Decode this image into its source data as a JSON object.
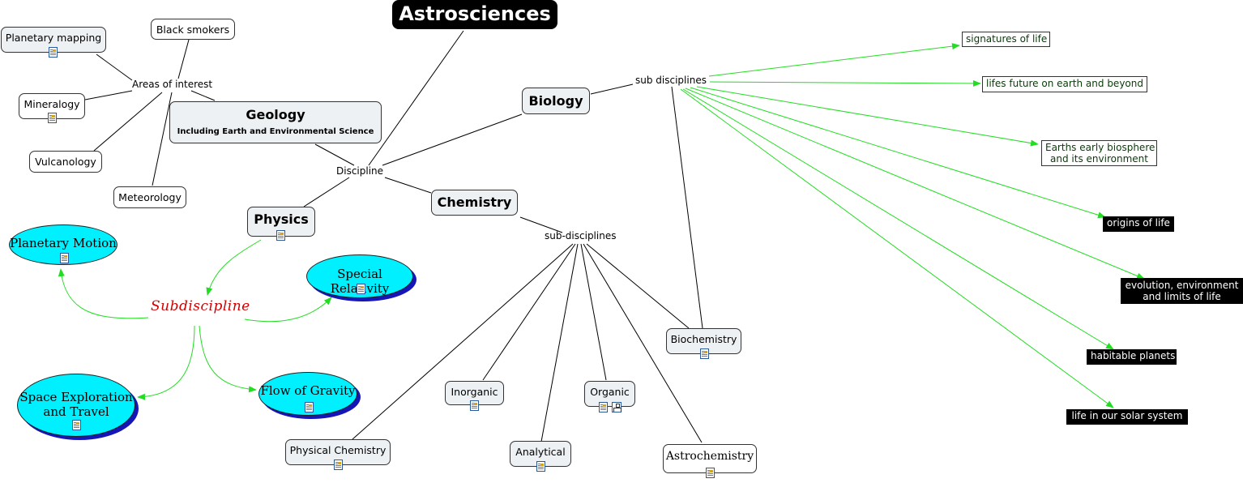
{
  "title": "Astrosciences",
  "discipline_label": "Discipline",
  "geology": {
    "title": "Geology",
    "subtitle": "Including  Earth and Environmental Science"
  },
  "areas_label": "Areas of interest",
  "areas": {
    "planetary_mapping": "Planetary mapping",
    "black_smokers": "Black smokers",
    "mineralogy": "Mineralogy",
    "vulcanology": "Vulcanology",
    "meteorology": "Meteorology"
  },
  "physics": "Physics",
  "subdiscipline_label": "Subdiscipline",
  "physics_subs": {
    "planetary_motion": "Planetary Motion",
    "special_relativity": "Special Relativity",
    "space_exploration_line1": "Space Exploration",
    "space_exploration_line2": "and Travel",
    "flow_of_gravity": "Flow of Gravity"
  },
  "biology": "Biology",
  "biology_sub_label": "sub disciplines",
  "biology_subs": {
    "signatures": "signatures of life",
    "future": "lifes future on earth and beyond",
    "early_line1": "Earths early biosphere",
    "early_line2": "and its environment",
    "origins": "origins of life",
    "evolution_line1": "evolution, environment",
    "evolution_line2": "and limits of life",
    "habitable": "habitable planets",
    "solar": "life in our solar system"
  },
  "chemistry": "Chemistry",
  "chemistry_sub_label": "sub-disciplines",
  "chemistry_subs": {
    "biochemistry": "Biochemistry",
    "inorganic": "Inorganic",
    "organic": "Organic",
    "analytical": "Analytical",
    "physical": "Physical Chemistry",
    "astrochemistry": "Astrochemistry"
  },
  "icons": {
    "resource": "document-icon",
    "concept_map": "concept-map-icon"
  },
  "colors": {
    "green_link": "#22dd22",
    "cyan": "#00f0ff",
    "shadow_blue": "#1515b8",
    "subdiscipline_red": "#d00000"
  }
}
